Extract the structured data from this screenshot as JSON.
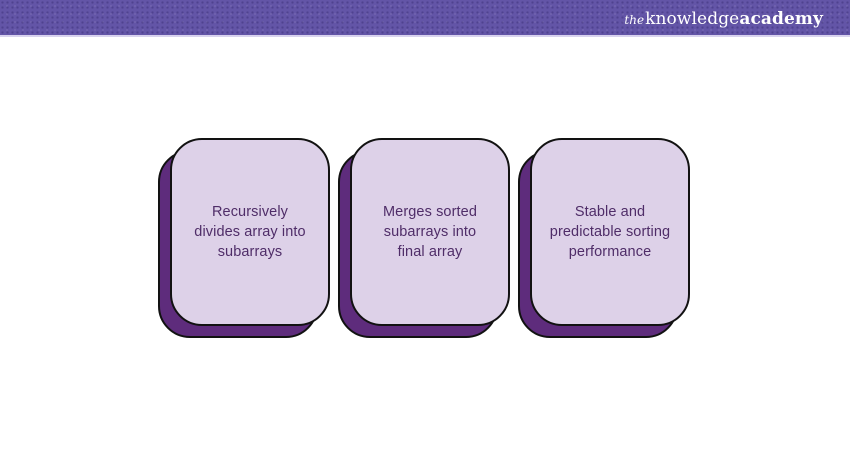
{
  "header": {
    "brand_the": "the",
    "brand_knowledge": "knowledge",
    "brand_academy": "academy"
  },
  "colors": {
    "header_purple": "#6355a7",
    "header_underline": "#d8d2ee",
    "card_fill": "#ddd1e8",
    "card_shadow_purple": "#5e2c7c",
    "card_border": "#121212",
    "card_text": "#4f2d68"
  },
  "cards": [
    {
      "lines": [
        "Recursively",
        "divides array into",
        "subarrays"
      ]
    },
    {
      "lines": [
        "Merges sorted",
        "subarrays into",
        "final array"
      ]
    },
    {
      "lines": [
        "Stable and",
        "predictable sorting",
        "performance"
      ]
    }
  ]
}
